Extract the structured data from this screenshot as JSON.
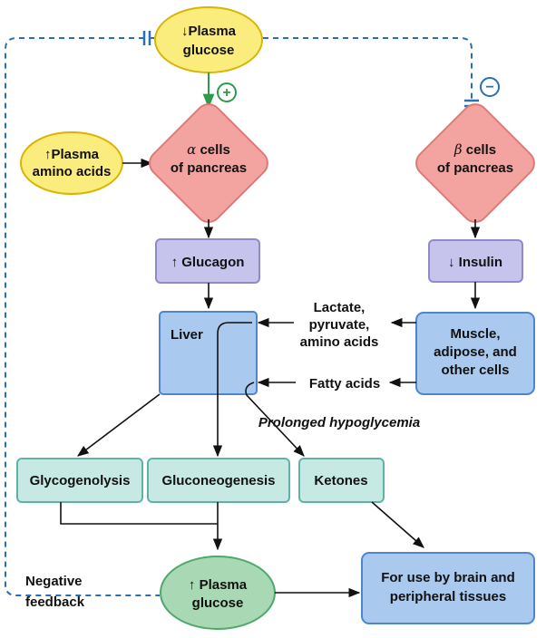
{
  "top_node": {
    "arrow": "↓",
    "line1": "Plasma",
    "line2": "glucose",
    "fill": "#fbec7e",
    "stroke": "#d9b400"
  },
  "amino_node": {
    "arrow": "↑",
    "line1": "Plasma",
    "line2": "amino acids",
    "fill": "#fbec7e",
    "stroke": "#d9b400"
  },
  "alpha_cells": {
    "greek": "α",
    "line1": " cells",
    "line2": "of pancreas",
    "fill": "#f3a3a0",
    "stroke": "#dc7a78"
  },
  "beta_cells": {
    "greek": "β",
    "line1": " cells",
    "line2": "of pancreas",
    "fill": "#f3a3a0",
    "stroke": "#dc7a78"
  },
  "glucagon": {
    "arrow": "↑",
    "label": "Glucagon",
    "fill": "#c6c3ec",
    "stroke": "#8f8ac9"
  },
  "insulin": {
    "arrow": "↓",
    "label": "Insulin",
    "fill": "#c6c3ec",
    "stroke": "#8f8ac9"
  },
  "liver": {
    "label": "Liver",
    "fill": "#a9c9ef",
    "stroke": "#4f86c9"
  },
  "muscle": {
    "line1": "Muscle,",
    "line2": "adipose, and",
    "line3": "other cells",
    "fill": "#a9c9ef",
    "stroke": "#4f86c9"
  },
  "substrates": {
    "line1": "Lactate,",
    "line2": "pyruvate,",
    "line3": "amino acids"
  },
  "fatty_acids": "Fatty acids",
  "prolonged": "Prolonged hypoglycemia",
  "glycogenolysis": "Glycogenolysis",
  "gluconeogenesis": "Gluconeogenesis",
  "ketones": "Ketones",
  "outcome_glucose": {
    "arrow": "↑",
    "line1": "Plasma",
    "line2": "glucose",
    "fill": "#a8d9b4",
    "stroke": "#4ea86a"
  },
  "brain": {
    "line1": "For use by brain and",
    "line2": "peripheral tissues",
    "fill": "#a9c9ef",
    "stroke": "#4f86c9"
  },
  "negative_feedback": {
    "line1": "Negative",
    "line2": "feedback"
  },
  "plus_symbol": "+",
  "minus_symbol": "−",
  "colors": {
    "stimulate": "#2e9a4a",
    "inhibit": "#2a6fb2",
    "box_teal_fill": "#c6e9e3",
    "box_teal_stroke": "#5fb3a6",
    "arrow": "#111111"
  }
}
